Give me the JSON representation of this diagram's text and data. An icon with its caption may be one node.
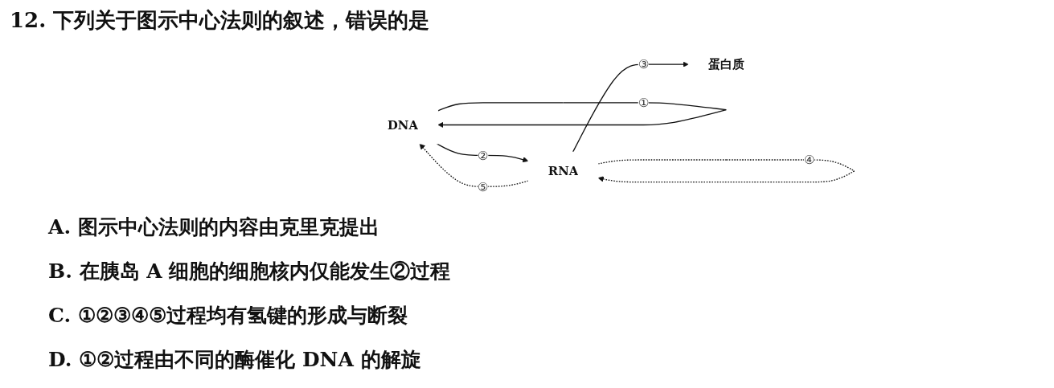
{
  "diagram": {
    "title": "12. 下列关于图示中心法则的叙述，错误的是",
    "nodes": [
      {
        "text": [
          "DNA"
        ]
      },
      {
        "text": [
          "RNA"
        ]
      },
      {
        "text": [
          "蛋白质"
        ]
      }
    ],
    "edges": [
      {
        "from": 0,
        "to": 0,
        "arrow": "to",
        "label": "①"
      },
      {
        "from": 0,
        "to": 1,
        "arrow": "to",
        "label": "②"
      },
      {
        "from": 1,
        "to": 0,
        "arrow": "to",
        "label": "⑤",
        "style": "dashed"
      },
      {
        "from": 1,
        "to": 1,
        "arrow": "to",
        "label": "④",
        "style": "dashed"
      },
      {
        "from": 1,
        "to": 2,
        "arrow": "to",
        "label": "③"
      }
    ],
    "labels": [
      "A. 图示中心法则的内容由克里克提出",
      "B. 在胰岛 A 细胞的细胞核内仅能发生②过程",
      "C. ①②③④⑤过程均有氢键的形成与断裂",
      "D. ①②过程由不同的酶催化 DNA 的解旋"
    ]
  }
}
